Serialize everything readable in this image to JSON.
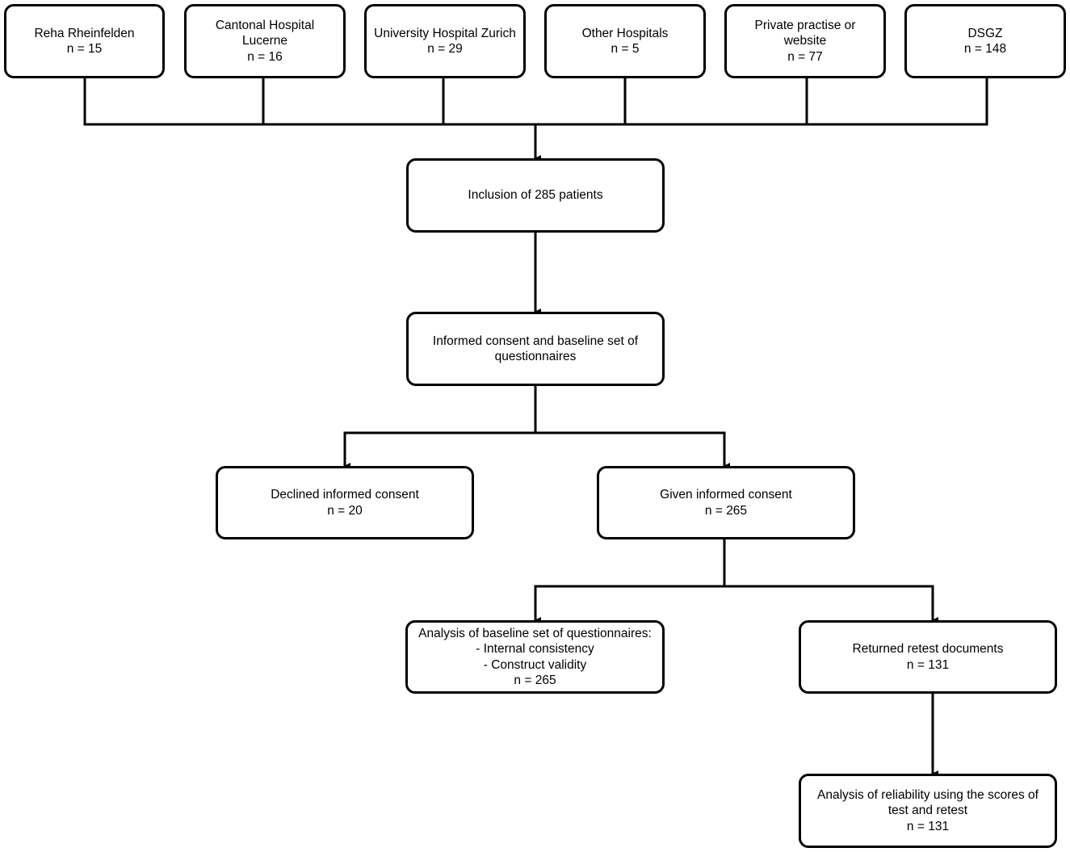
{
  "sources": [
    {
      "name": "Reha Rheinfelden",
      "n": "n = 15"
    },
    {
      "name": "Cantonal Hospital Lucerne",
      "n": "n = 16"
    },
    {
      "name": "University Hospital Zurich",
      "n": "n = 29"
    },
    {
      "name": "Other Hospitals",
      "n": "n = 5"
    },
    {
      "name": "Private practise or website",
      "n": "n = 77"
    },
    {
      "name": "DSGZ",
      "n": "n = 148"
    }
  ],
  "inclusion": {
    "text": "Inclusion of 285 patients"
  },
  "consent": {
    "text": "Informed consent and baseline set of questionnaires"
  },
  "declined": {
    "text": "Declined informed consent",
    "n": "n = 20"
  },
  "given": {
    "text": "Given informed consent",
    "n": "n = 265"
  },
  "analysis_baseline": {
    "title": "Analysis of baseline set of questionnaires:",
    "items": [
      "- Internal consistency",
      "- Construct validity"
    ],
    "n": "n = 265"
  },
  "returned": {
    "text": "Returned retest documents",
    "n": "n = 131"
  },
  "reliability": {
    "text": "Analysis of reliability using the scores of test and retest",
    "n": "n = 131"
  }
}
